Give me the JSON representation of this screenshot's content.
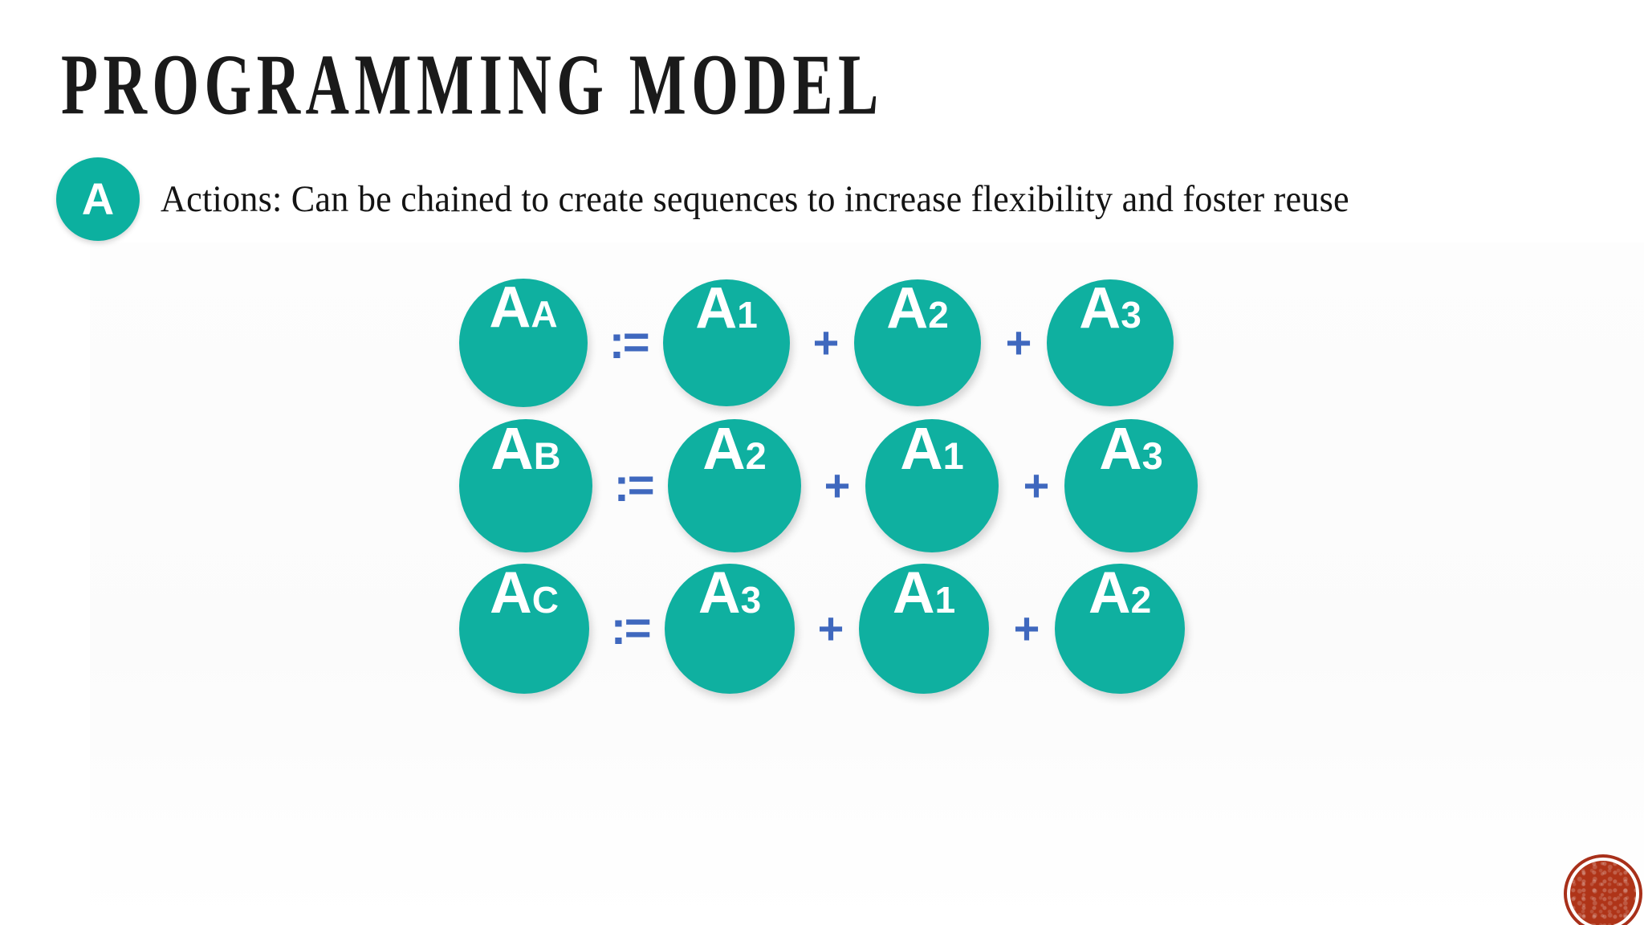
{
  "slide": {
    "title": "Programming Model",
    "background_color": "#FFFFFF"
  },
  "bullet": {
    "badge_letter": "A",
    "badge_color": "#0CB09F",
    "text": "Actions: Can be chained to create sequences to increase flexibility and foster reuse"
  },
  "theme": {
    "node_color": "#0FB0A0",
    "node_text_color": "#FFFFFF",
    "operator_color": "#3F68BE",
    "seal_color": "#AF3418"
  },
  "diagram": {
    "assign_operator": ":=",
    "plus_operator": "+",
    "rows": [
      {
        "lead": {
          "base": "A",
          "sub": "A"
        },
        "terms": [
          {
            "base": "A",
            "sub": "1"
          },
          {
            "base": "A",
            "sub": "2"
          },
          {
            "base": "A",
            "sub": "3"
          }
        ]
      },
      {
        "lead": {
          "base": "A",
          "sub": "B"
        },
        "terms": [
          {
            "base": "A",
            "sub": "2"
          },
          {
            "base": "A",
            "sub": "1"
          },
          {
            "base": "A",
            "sub": "3"
          }
        ]
      },
      {
        "lead": {
          "base": "A",
          "sub": "C"
        },
        "terms": [
          {
            "base": "A",
            "sub": "3"
          },
          {
            "base": "A",
            "sub": "1"
          },
          {
            "base": "A",
            "sub": "2"
          }
        ]
      }
    ]
  },
  "seal": {
    "label": "wax-seal-decoration"
  }
}
